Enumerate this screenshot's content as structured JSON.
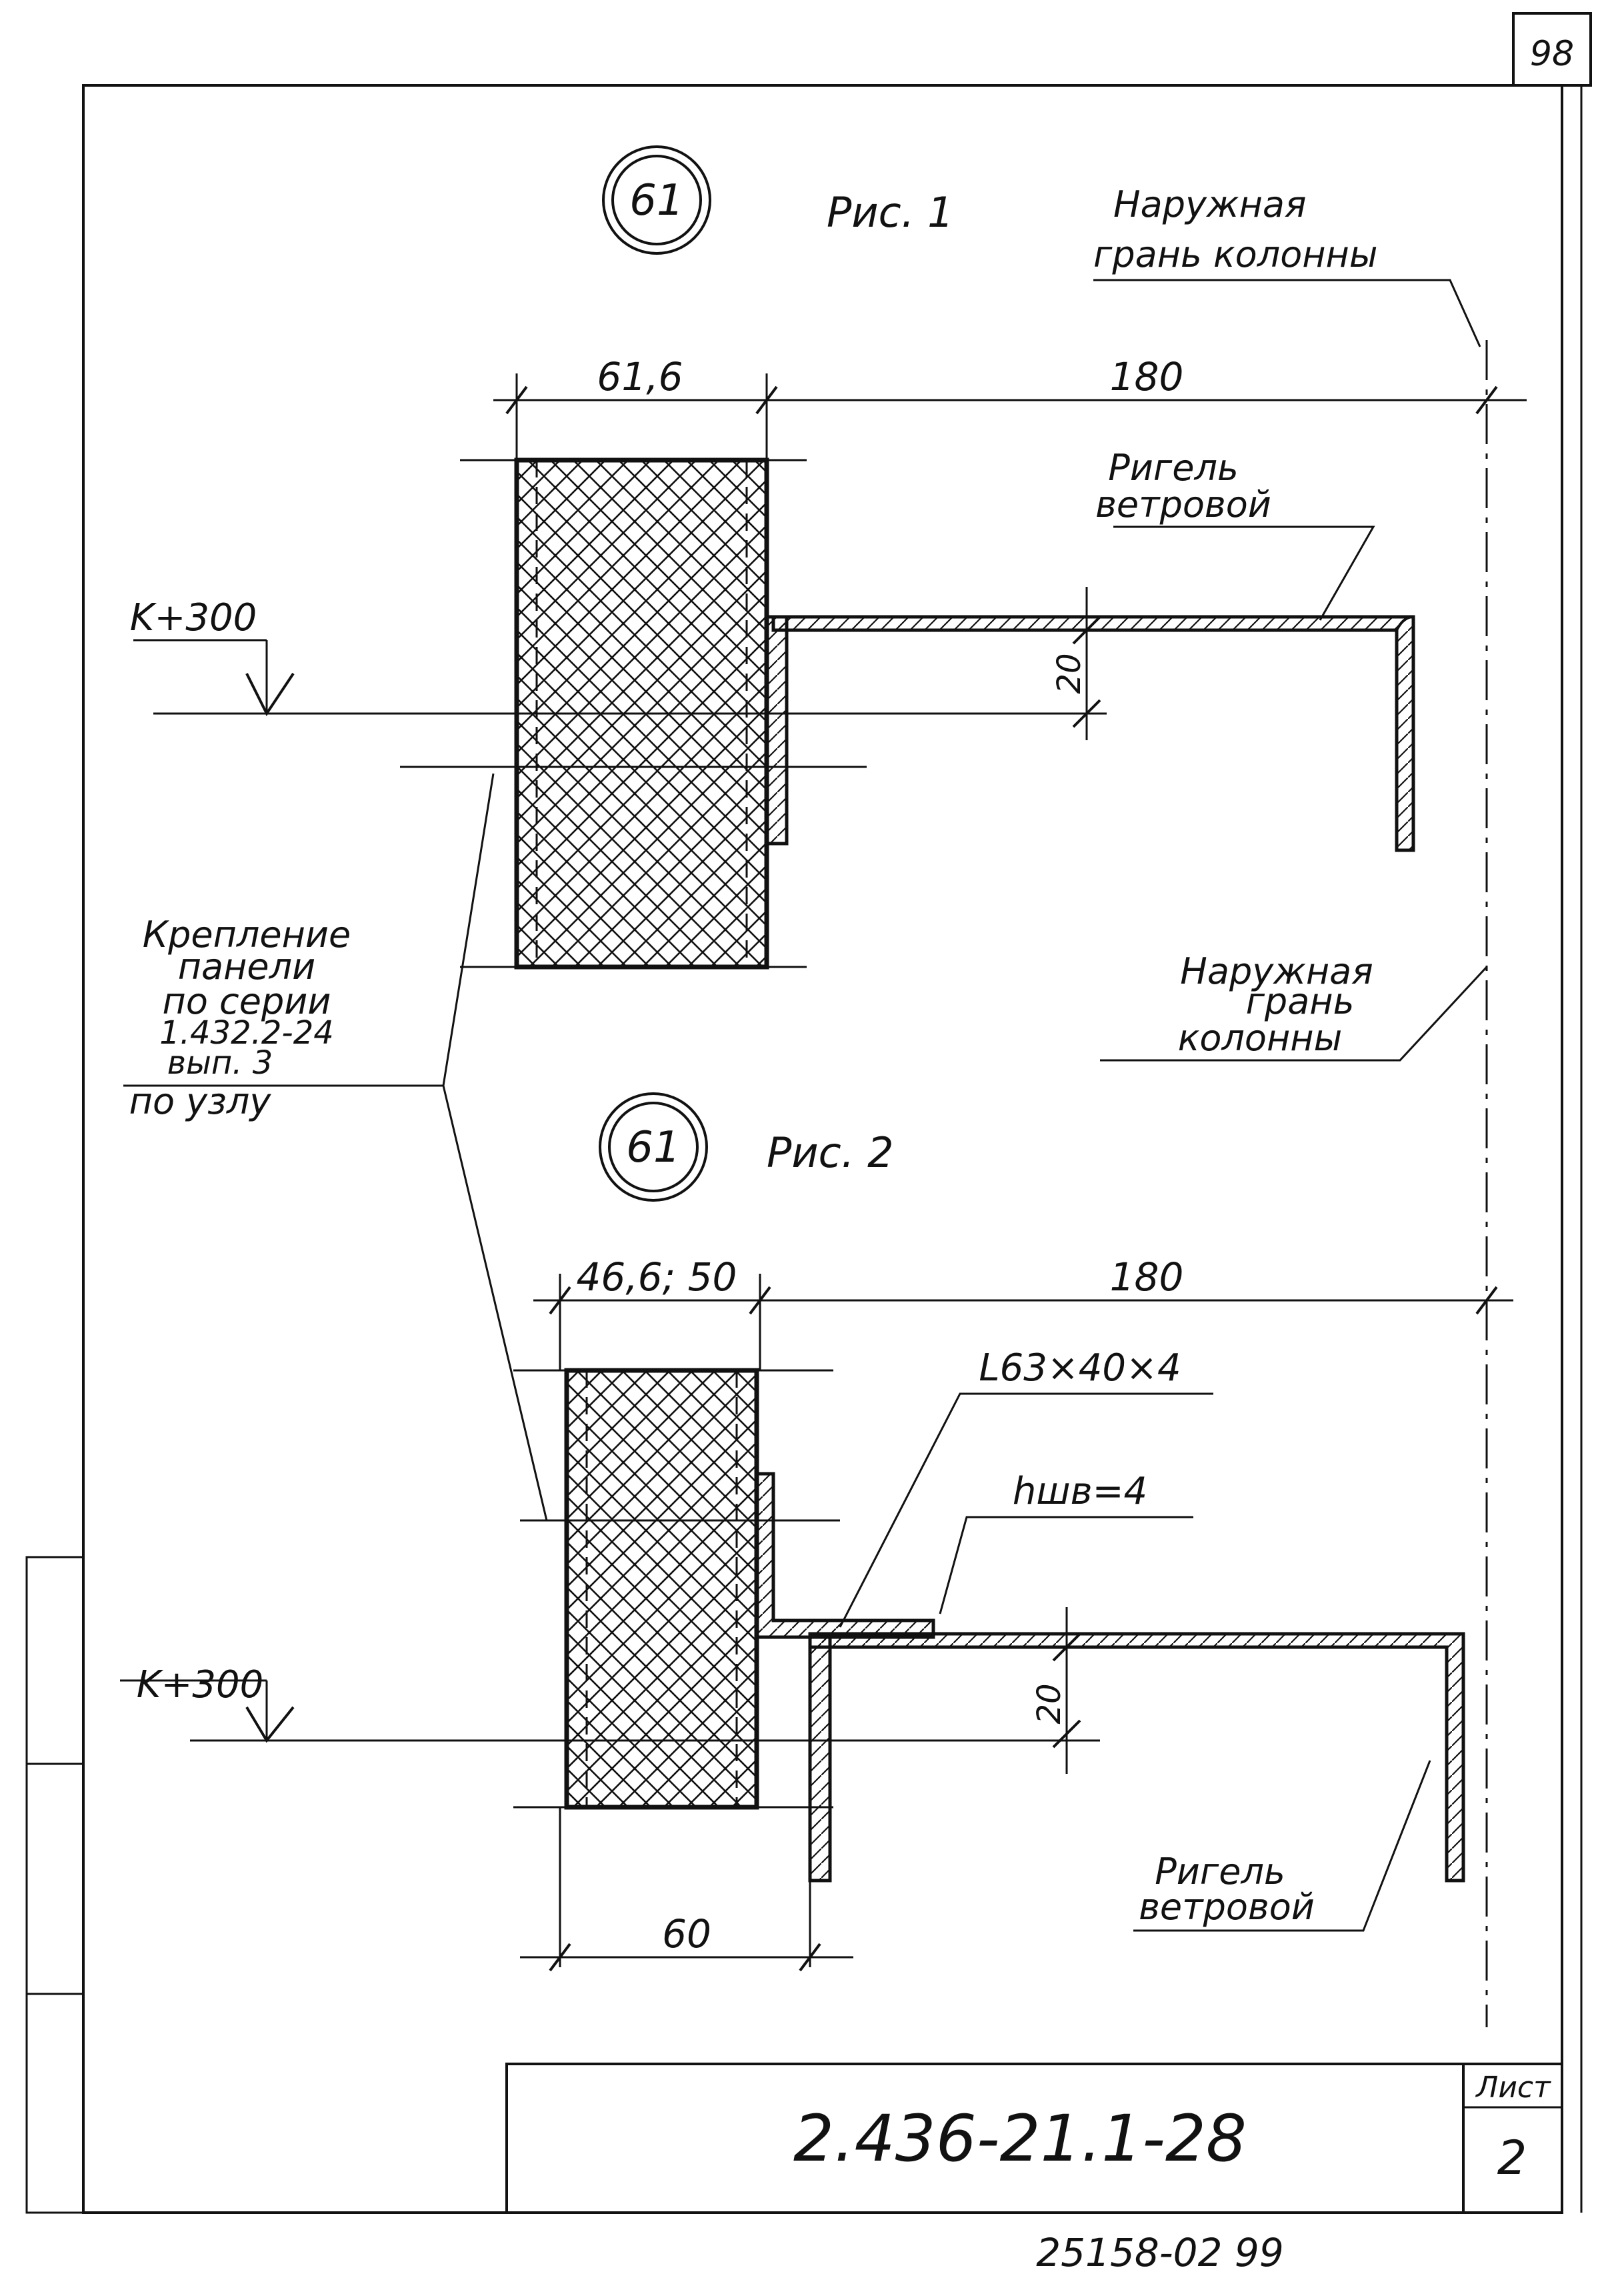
{
  "sheet": {
    "corner_number": "98",
    "footer_number": "25158-02 99"
  },
  "title_block": {
    "code": "2.436-21.1-28",
    "sheet_label": "Лист",
    "sheet_number": "2"
  },
  "fig1": {
    "node_mark": "61",
    "caption": "Рис. 1",
    "dim_panel": "61,6",
    "dim_offset": "180",
    "dim_gap": "20",
    "level_mark": "K+300",
    "note_outer_face": [
      "Наружная",
      "грань колонны"
    ],
    "label_beam": [
      "Ригель",
      "ветровой"
    ]
  },
  "fig2": {
    "node_mark": "61",
    "caption": "Рис. 2",
    "dim_panel": "46,6; 50",
    "dim_offset": "180",
    "dim_bottom": "60",
    "dim_gap": "20",
    "level_mark": "K+300",
    "angle_profile": "L63×40×4",
    "weld_leg": "hшв=4",
    "note_outer_face": [
      "Наружная",
      "грань",
      "колонны"
    ],
    "label_beam": [
      "Ригель",
      "ветровой"
    ]
  },
  "fastening_note": [
    "Крепление",
    "панели",
    "по серии",
    "1.432.2-24",
    "вып. 3",
    "по узлу"
  ]
}
